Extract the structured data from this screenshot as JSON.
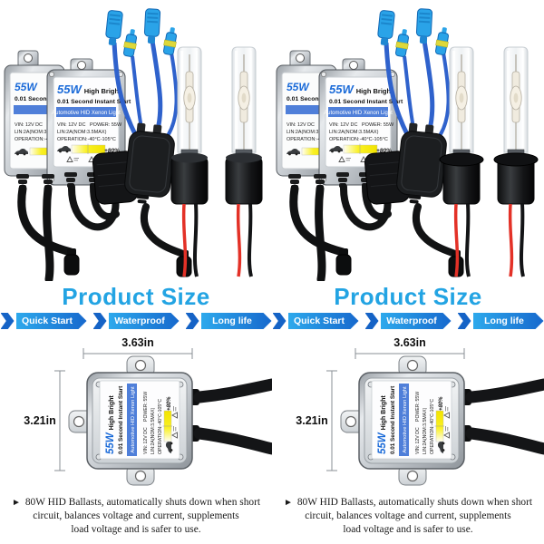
{
  "ballast_label": {
    "wattage": "55W",
    "model_name": "High Bright",
    "start_line": "0.01 Second Instant Start",
    "banner": "Automotive HID Xenon Light",
    "spec_vin": "VIN: 12V DC",
    "spec_power": "POWER: 55W",
    "spec_lin": "LIN:2A(NOM:3.5MAX)",
    "spec_operation": "OPERATION:-40°C-105°C",
    "gauge_boost": "+80%"
  },
  "size_section": {
    "title": "Product Size",
    "badges": [
      "Quick Start",
      "Waterproof",
      "Long life"
    ],
    "width_label": "3.63in",
    "height_label": "3.21in"
  },
  "footer_note": {
    "bullet": "►",
    "lines": [
      "80W  HID Ballasts, automatically shuts down when short",
      "circuit, balances voltage and current, supplements",
      "load voltage and is safer to use."
    ]
  },
  "colors": {
    "title_blue": "#23a4e3",
    "badge_chevron_blue": "#1563c6",
    "badge_gradient_start": "#2da9ec",
    "badge_gradient_end": "#1668cd",
    "label_wattage_blue": "#1a6ad8",
    "label_banner_blue": "#4f7fd9",
    "gauge_yellow": "#f2e300",
    "connector_blue": "#2aa3e8",
    "wire_blue": "#2f62cc",
    "wire_red": "#e33127"
  }
}
